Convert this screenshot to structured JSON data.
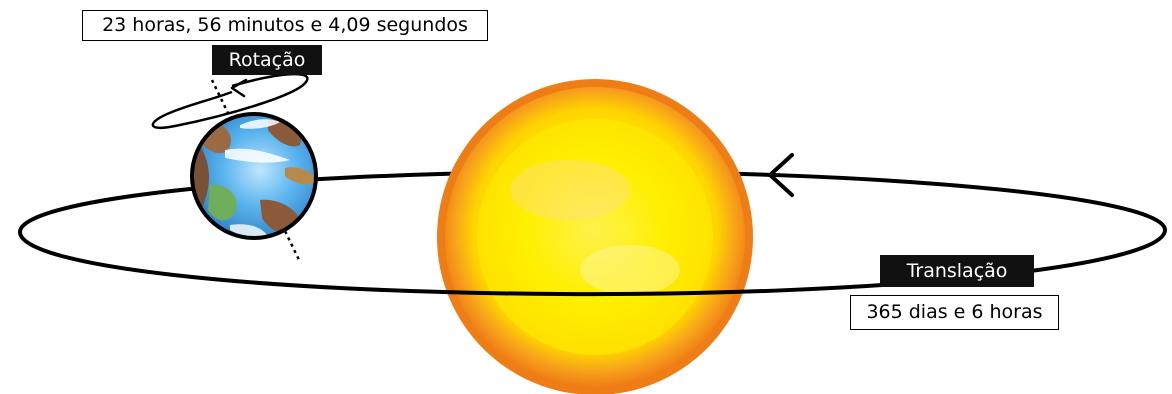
{
  "labels": {
    "rotation_time": "23 horas, 56 minutos e 4,09 segundos",
    "rotation_title": "Rotação",
    "translation_title": "Translação",
    "translation_time": "365 dias e 6 horas"
  },
  "colors": {
    "sun_core": "#fff200",
    "sun_corona": "#f08a1c",
    "earth_ocean": "#4aa8e8",
    "earth_land": "#8a5a3a",
    "earth_green": "#6fae5a",
    "orbit": "#000000",
    "label_dark": "#111111"
  },
  "icons": {
    "sun": "sun-icon",
    "earth": "earth-icon",
    "orbit_arrow": "arrow-left-icon",
    "rotation_arrow": "curved-arrow-icon"
  }
}
